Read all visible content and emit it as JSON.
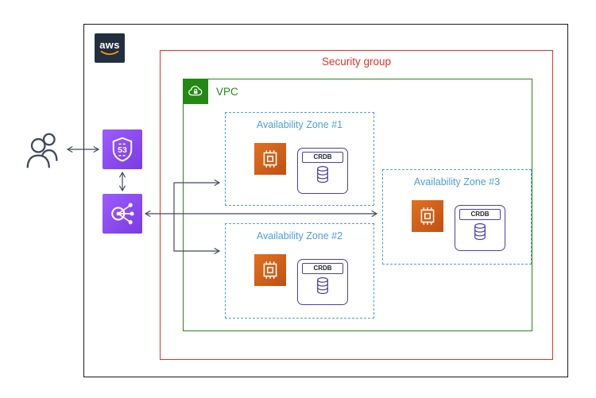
{
  "aws_logo_text": "aws",
  "security_group": {
    "label": "Security group"
  },
  "vpc": {
    "label": "VPC"
  },
  "zones": [
    {
      "label": "Availability Zone #1"
    },
    {
      "label": "Availability Zone #2"
    },
    {
      "label": "Availability Zone #3"
    }
  ],
  "crdb": {
    "label": "CRDB"
  },
  "route53": {
    "shield_text": "53"
  },
  "colors": {
    "security_group_red": "#DD3522",
    "vpc_green": "#248814",
    "availability_zone_blue": "#4C9FD8",
    "network_purple": "#8C4FFF",
    "compute_orange": "#D4641C",
    "crdb_purple": "#4B3FA7",
    "arrow_gray": "#3F4A5A",
    "aws_dark": "#232F3E",
    "aws_smile_orange": "#FF9900"
  }
}
